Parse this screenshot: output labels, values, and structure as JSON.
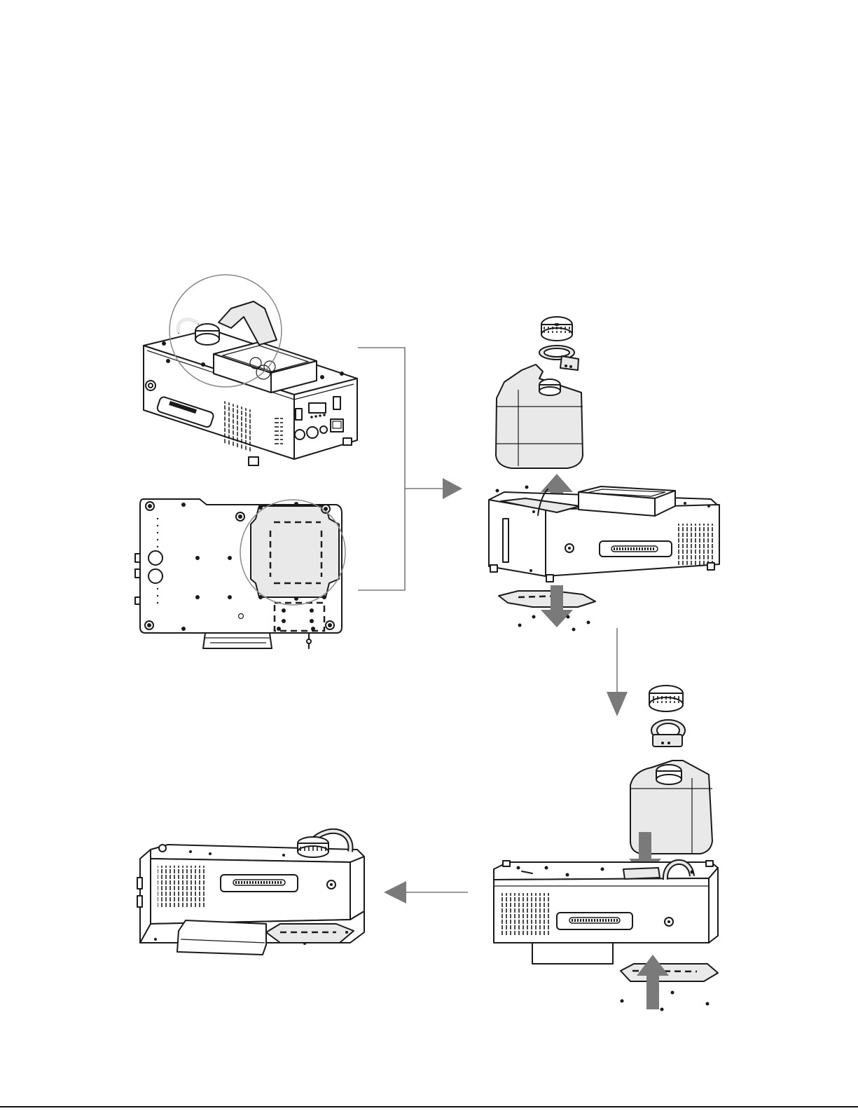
{
  "figure": {
    "steps": [
      {
        "id": "step-1",
        "view": "unit-top-and-bottom"
      },
      {
        "id": "step-2",
        "view": "tank-removed"
      },
      {
        "id": "step-3",
        "view": "tank-reinstalled"
      },
      {
        "id": "step-4",
        "view": "unit-inverted-final"
      }
    ],
    "colors": {
      "line": "#1a1a1a",
      "arrow": "#7a7a7a",
      "fill_light": "#e9e9e9",
      "highlight_circle": "#8a8a8a"
    },
    "icons": [
      "screw-icon",
      "tank-cap-icon",
      "fluid-tank-icon",
      "flow-arrow-icon"
    ]
  }
}
